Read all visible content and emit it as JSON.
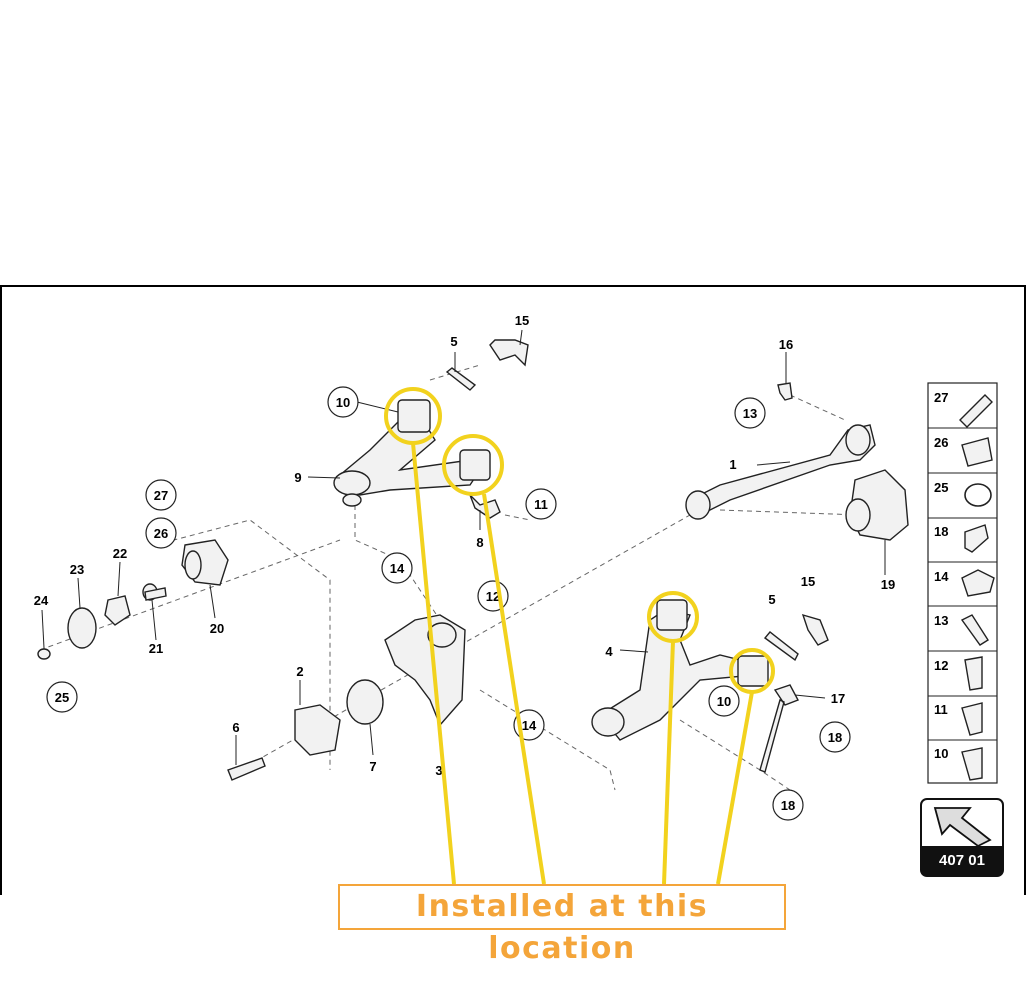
{
  "diagram": {
    "callouts": [
      {
        "id": "c15a",
        "label": "15"
      },
      {
        "id": "c5a",
        "label": "5"
      },
      {
        "id": "c10a",
        "label": "10"
      },
      {
        "id": "c9",
        "label": "9"
      },
      {
        "id": "c8",
        "label": "8"
      },
      {
        "id": "c11",
        "label": "11"
      },
      {
        "id": "c14a",
        "label": "14"
      },
      {
        "id": "c12",
        "label": "12"
      },
      {
        "id": "c27",
        "label": "27"
      },
      {
        "id": "c26",
        "label": "26"
      },
      {
        "id": "c22",
        "label": "22"
      },
      {
        "id": "c23",
        "label": "23"
      },
      {
        "id": "c24",
        "label": "24"
      },
      {
        "id": "c25",
        "label": "25"
      },
      {
        "id": "c21",
        "label": "21"
      },
      {
        "id": "c20",
        "label": "20"
      },
      {
        "id": "c2",
        "label": "2"
      },
      {
        "id": "c6",
        "label": "6"
      },
      {
        "id": "c7",
        "label": "7"
      },
      {
        "id": "c3",
        "label": "3"
      },
      {
        "id": "c14b",
        "label": "14"
      },
      {
        "id": "c16",
        "label": "16"
      },
      {
        "id": "c13",
        "label": "13"
      },
      {
        "id": "c1",
        "label": "1"
      },
      {
        "id": "c19",
        "label": "19"
      },
      {
        "id": "c15b",
        "label": "15"
      },
      {
        "id": "c5b",
        "label": "5"
      },
      {
        "id": "c4",
        "label": "4"
      },
      {
        "id": "c10b",
        "label": "10"
      },
      {
        "id": "c17",
        "label": "17"
      },
      {
        "id": "c18a",
        "label": "18"
      },
      {
        "id": "c18b",
        "label": "18"
      }
    ],
    "parts_legend": [
      "27",
      "26",
      "25",
      "18",
      "14",
      "13",
      "12",
      "11",
      "10"
    ],
    "page_reference": "407 01"
  },
  "annotation": {
    "caption": "Installed at this location",
    "caption_color": "#f4a53a",
    "highlight_color": "#f2d21e"
  }
}
